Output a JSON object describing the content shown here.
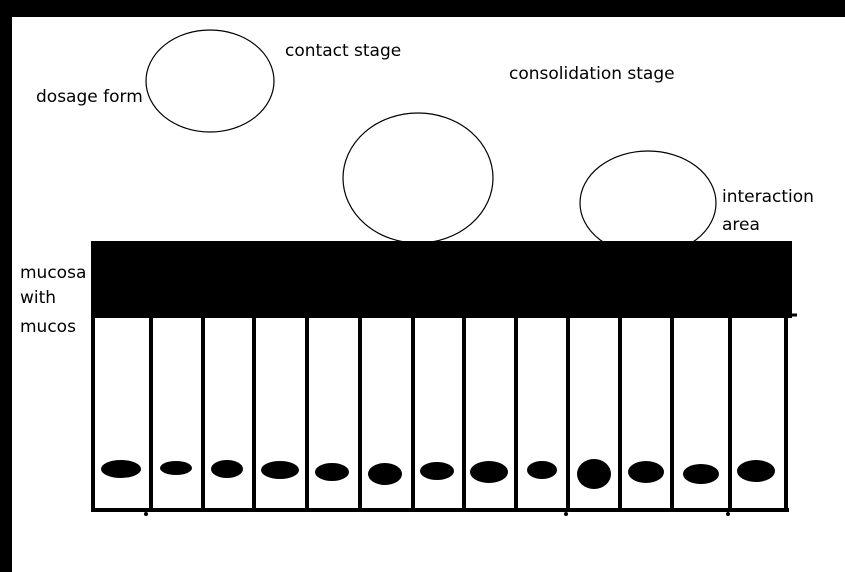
{
  "labels": {
    "dosage_form": "dosage form",
    "contact_stage": "contact stage",
    "consolidation_stage": "consolidation stage",
    "interaction_area_line1": "interaction",
    "interaction_area_line2": "area",
    "mucosa_line1": "mucosa",
    "mucosa_line2": "with",
    "mucosa_line3": "mucos"
  },
  "colors": {
    "ink": "#000000",
    "paper": "#ffffff"
  }
}
